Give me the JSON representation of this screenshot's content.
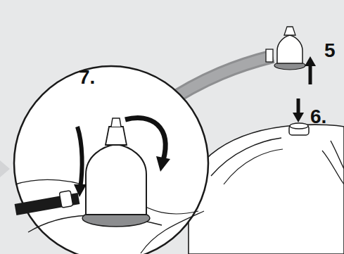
{
  "diagram": {
    "labels": [
      "7.",
      "5",
      "6."
    ]
  }
}
